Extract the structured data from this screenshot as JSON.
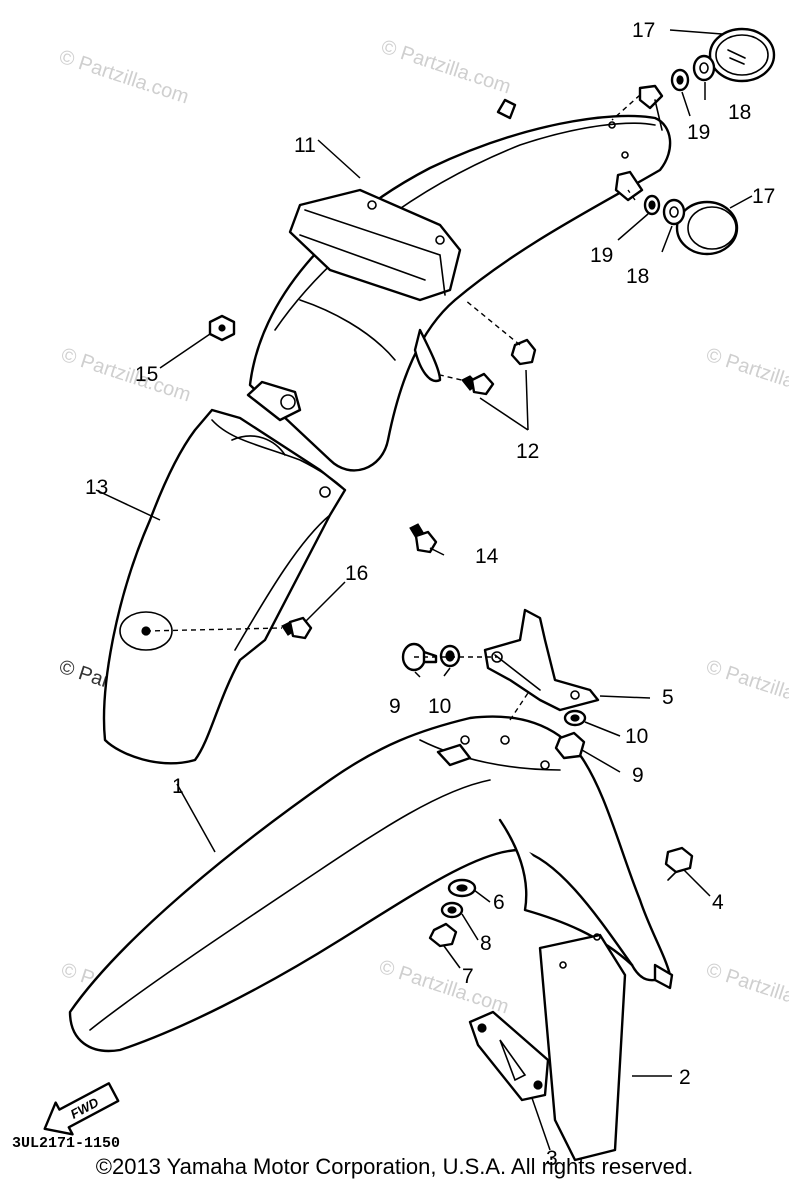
{
  "diagram": {
    "watermark_text": "© Partzilla.com",
    "diagram_code": "3UL2171-1150",
    "direction_label": "FWD",
    "callouts": {
      "c1": "1",
      "c2": "2",
      "c3": "3",
      "c4": "4",
      "c5": "5",
      "c6": "6",
      "c7": "7",
      "c8": "8",
      "c9a": "9",
      "c9b": "9",
      "c10a": "10",
      "c10b": "10",
      "c11": "11",
      "c12": "12",
      "c13": "13",
      "c14": "14",
      "c15": "15",
      "c16": "16",
      "c17a": "17",
      "c17b": "17",
      "c18a": "18",
      "c18b": "18",
      "c19a": "19",
      "c19b": "19"
    }
  },
  "footer": {
    "copyright": "©2013 Yamaha Motor Corporation, U.S.A. All rights reserved."
  }
}
